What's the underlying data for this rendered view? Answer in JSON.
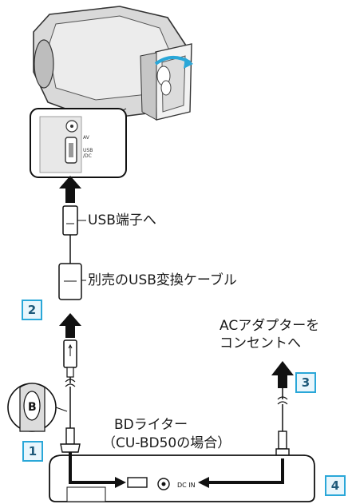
{
  "labels": {
    "usb_port": "USB端子へ",
    "usb_cable": "別売のUSB変換ケーブル",
    "ac_line1": "ACアダプターを",
    "ac_line2": "コンセントへ",
    "bd_line1": "BDライター",
    "bd_line2": "（CU-BD50の場合）"
  },
  "camera_port_text": {
    "av": "AV",
    "usb": "USB",
    "dc": "/DC"
  },
  "steps": [
    "1",
    "2",
    "3",
    "4"
  ],
  "colors": {
    "step_border": "#2aa7d8",
    "step_fill": "#e9f6fc",
    "arrow": "#111111"
  }
}
